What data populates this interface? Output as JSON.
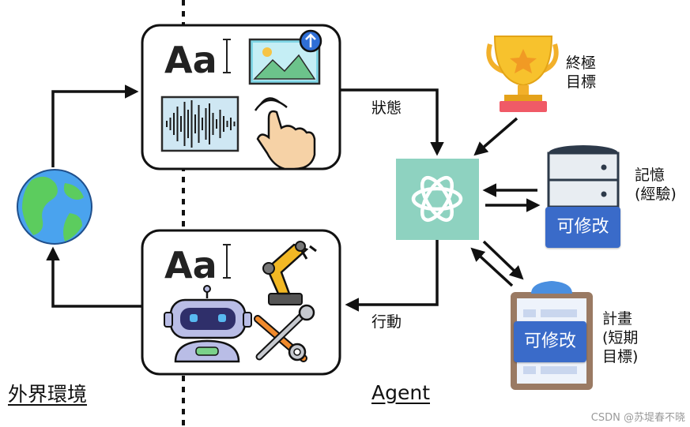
{
  "labels": {
    "state": "狀態",
    "action": "行動",
    "goal": "終極\n目標",
    "memory": "記憶\n(經驗)",
    "plan": "計畫\n(短期\n目標)",
    "environment": "外界環境",
    "agent": "Agent",
    "editable_memory": "可修改",
    "editable_plan": "可修改",
    "watermark": "CSDN @苏堤春不晓",
    "text_icon": "Aa"
  },
  "colors": {
    "agent_tile": "#8ed2c0",
    "badge": "#3a6bc9",
    "line": "#111111"
  },
  "icons": [
    "text-icon",
    "image-upload-icon",
    "audio-wave-icon",
    "tap-hand-icon",
    "robot-arm-icon",
    "robot-icon",
    "tools-icon",
    "globe-icon",
    "trophy-icon",
    "database-icon",
    "clipboard-icon",
    "chatgpt-icon"
  ]
}
